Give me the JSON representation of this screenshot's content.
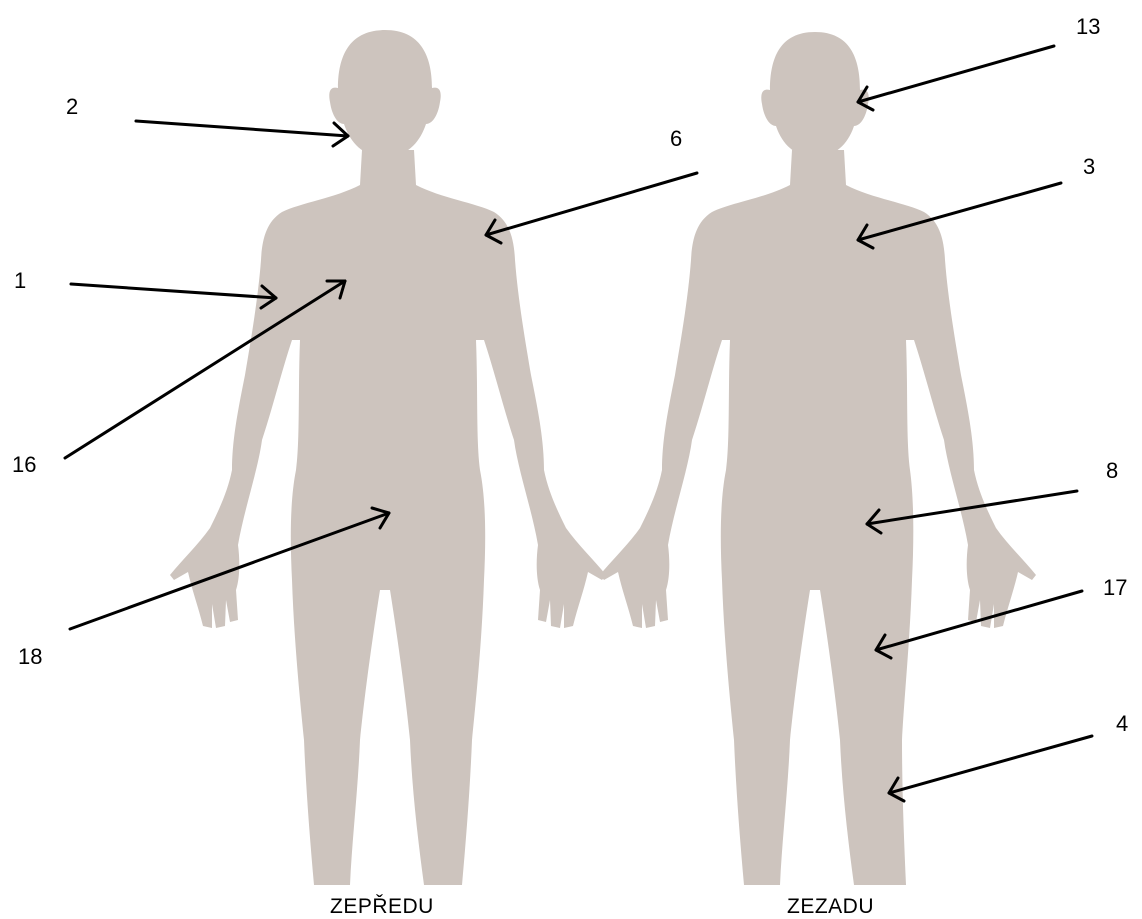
{
  "figure": {
    "colors": {
      "silhouette": "#cdc4be",
      "arrow": "#000000",
      "text": "#000000"
    },
    "views": {
      "front": {
        "caption": "ZEPŘEDU"
      },
      "back": {
        "caption": "ZEZADU"
      }
    },
    "pointers": [
      {
        "id": "p2",
        "label": "2",
        "view": "front",
        "target": "chin"
      },
      {
        "id": "p6",
        "label": "6",
        "view": "front",
        "target": "shoulder"
      },
      {
        "id": "p1",
        "label": "1",
        "view": "front",
        "target": "upper arm"
      },
      {
        "id": "p16",
        "label": "16",
        "view": "front",
        "target": "chest"
      },
      {
        "id": "p18",
        "label": "18",
        "view": "front",
        "target": "lower abdomen"
      },
      {
        "id": "p13",
        "label": "13",
        "view": "back",
        "target": "head"
      },
      {
        "id": "p3",
        "label": "3",
        "view": "back",
        "target": "upper back"
      },
      {
        "id": "p8",
        "label": "8",
        "view": "back",
        "target": "buttock"
      },
      {
        "id": "p17",
        "label": "17",
        "view": "back",
        "target": "thigh"
      },
      {
        "id": "p4",
        "label": "4",
        "view": "back",
        "target": "calf"
      }
    ]
  }
}
